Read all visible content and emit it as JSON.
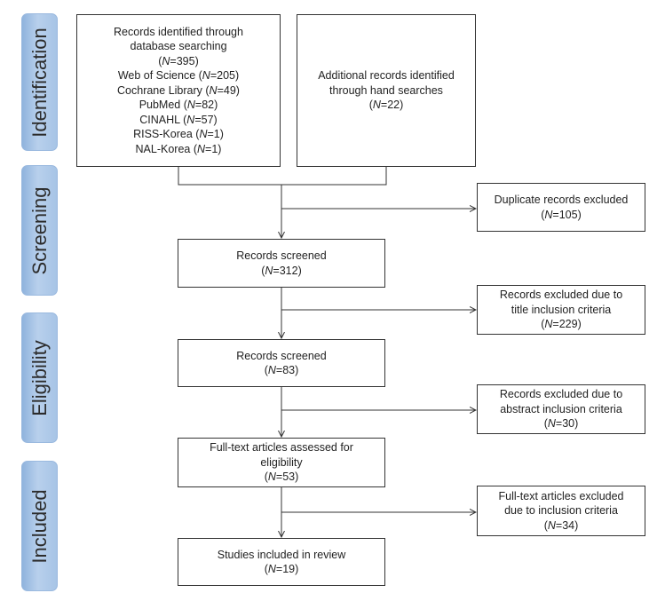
{
  "phases": {
    "identification": "Identification",
    "screening": "Screening",
    "eligibility": "Eligibility",
    "included": "Included"
  },
  "boxes": {
    "database": {
      "lines": [
        "Records identified through",
        "database searching"
      ],
      "n": "395",
      "sources": [
        {
          "name": "Web of Science",
          "n": "205"
        },
        {
          "name": "Cochrane Library",
          "n": "49"
        },
        {
          "name": "PubMed",
          "n": "82"
        },
        {
          "name": "CINAHL",
          "n": "57"
        },
        {
          "name": "RISS-Korea",
          "n": "1"
        },
        {
          "name": "NAL-Korea",
          "n": "1"
        }
      ]
    },
    "hand_search": {
      "lines": [
        "Additional records identified",
        "through hand searches"
      ],
      "n": "22"
    },
    "duplicates": {
      "lines": [
        "Duplicate records excluded"
      ],
      "n": "105"
    },
    "screened_1": {
      "lines": [
        "Records screened"
      ],
      "n": "312"
    },
    "excluded_title": {
      "lines": [
        "Records excluded due to",
        "title inclusion criteria"
      ],
      "n": "229"
    },
    "screened_2": {
      "lines": [
        "Records screened"
      ],
      "n": "83"
    },
    "excluded_abstract": {
      "lines": [
        "Records excluded due to",
        "abstract inclusion criteria"
      ],
      "n": "30"
    },
    "fulltext": {
      "lines": [
        "Full-text articles assessed for",
        "eligibility"
      ],
      "n": "53"
    },
    "excluded_fulltext": {
      "lines": [
        "Full-text articles excluded",
        "due to inclusion criteria"
      ],
      "n": "34"
    },
    "included": {
      "lines": [
        "Studies included in review"
      ],
      "n": "19"
    }
  },
  "n_symbol": "N"
}
